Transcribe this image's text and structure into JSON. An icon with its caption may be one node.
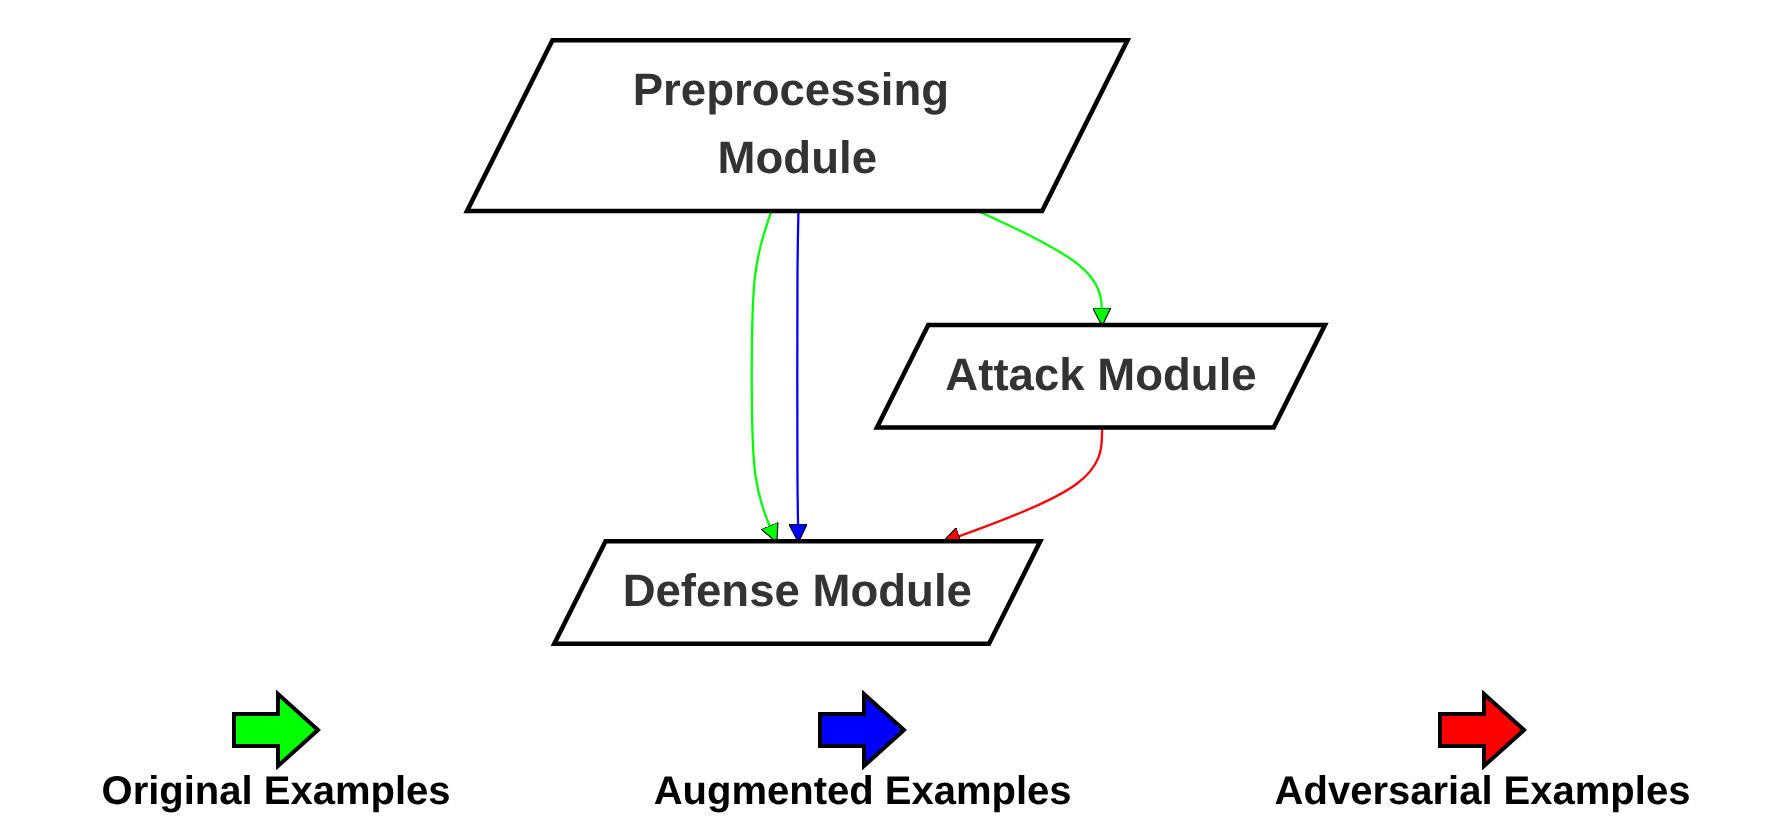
{
  "diagram": {
    "nodes": [
      {
        "text": [
          "Preprocessing Module"
        ]
      },
      {
        "text": [
          "Attack Module"
        ]
      },
      {
        "text": [
          "Defense Module"
        ]
      }
    ],
    "edges": [
      {
        "from": 0,
        "to": 1,
        "arrow": "to",
        "color": "#00ff00"
      },
      {
        "from": 0,
        "to": 2,
        "arrow": "to",
        "color": "#00ff00"
      },
      {
        "from": 0,
        "to": 2,
        "arrow": "to",
        "color": "#0000ff"
      },
      {
        "from": 1,
        "to": 2,
        "arrow": "to",
        "color": "#ff0000"
      }
    ],
    "legend": [
      {
        "text": "Original Examples",
        "color": "#00ff00"
      },
      {
        "text": "Augmented Examples",
        "color": "#0000ff"
      },
      {
        "text": "Adversarial Examples",
        "color": "#ff0000"
      }
    ]
  }
}
